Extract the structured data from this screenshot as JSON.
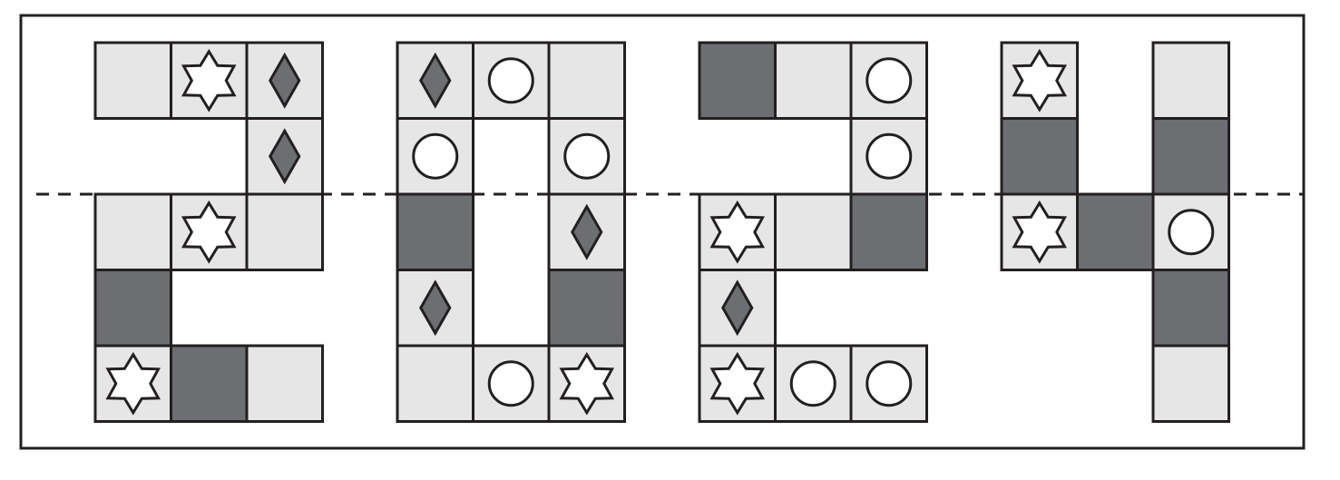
{
  "colors": {
    "background": "#ffffff",
    "frame": "#231f20",
    "cell_light": "#e6e6e7",
    "cell_dark": "#6d6e71",
    "cell_border": "#231f20",
    "symbol_fill": "#ffffff",
    "diamond_fill": "#6d6e71",
    "dashed_line": "#231f20"
  },
  "symbol_legend": {
    "S": "star",
    "C": "circle",
    "D": "diamond",
    "_": "empty"
  },
  "digits": [
    {
      "name": "digit-2",
      "rows": [
        [
          {
            "shade": "light",
            "symbol": "_"
          },
          {
            "shade": "light",
            "symbol": "S"
          },
          {
            "shade": "light",
            "symbol": "D"
          }
        ],
        [
          null,
          null,
          {
            "shade": "light",
            "symbol": "D"
          }
        ],
        [
          {
            "shade": "light",
            "symbol": "_"
          },
          {
            "shade": "light",
            "symbol": "S"
          },
          {
            "shade": "light",
            "symbol": "_"
          }
        ],
        [
          {
            "shade": "dark",
            "symbol": "_"
          },
          null,
          null
        ],
        [
          {
            "shade": "light",
            "symbol": "S"
          },
          {
            "shade": "dark",
            "symbol": "_"
          },
          {
            "shade": "light",
            "symbol": "_"
          }
        ]
      ]
    },
    {
      "name": "digit-0",
      "rows": [
        [
          {
            "shade": "light",
            "symbol": "D"
          },
          {
            "shade": "light",
            "symbol": "C"
          },
          {
            "shade": "light",
            "symbol": "_"
          }
        ],
        [
          {
            "shade": "light",
            "symbol": "C"
          },
          null,
          {
            "shade": "light",
            "symbol": "C"
          }
        ],
        [
          {
            "shade": "dark",
            "symbol": "_"
          },
          null,
          {
            "shade": "light",
            "symbol": "D"
          }
        ],
        [
          {
            "shade": "light",
            "symbol": "D"
          },
          null,
          {
            "shade": "dark",
            "symbol": "_"
          }
        ],
        [
          {
            "shade": "light",
            "symbol": "_"
          },
          {
            "shade": "light",
            "symbol": "C"
          },
          {
            "shade": "light",
            "symbol": "S"
          }
        ]
      ]
    },
    {
      "name": "digit-2b",
      "rows": [
        [
          {
            "shade": "dark",
            "symbol": "_"
          },
          {
            "shade": "light",
            "symbol": "_"
          },
          {
            "shade": "light",
            "symbol": "C"
          }
        ],
        [
          null,
          null,
          {
            "shade": "light",
            "symbol": "C"
          }
        ],
        [
          {
            "shade": "light",
            "symbol": "S"
          },
          {
            "shade": "light",
            "symbol": "_"
          },
          {
            "shade": "dark",
            "symbol": "_"
          }
        ],
        [
          {
            "shade": "light",
            "symbol": "D"
          },
          null,
          null
        ],
        [
          {
            "shade": "light",
            "symbol": "S"
          },
          {
            "shade": "light",
            "symbol": "C"
          },
          {
            "shade": "light",
            "symbol": "C"
          }
        ]
      ]
    },
    {
      "name": "digit-4",
      "rows": [
        [
          {
            "shade": "light",
            "symbol": "S"
          },
          null,
          {
            "shade": "light",
            "symbol": "_"
          }
        ],
        [
          {
            "shade": "dark",
            "symbol": "_"
          },
          null,
          {
            "shade": "dark",
            "symbol": "_"
          }
        ],
        [
          {
            "shade": "light",
            "symbol": "S"
          },
          {
            "shade": "dark",
            "symbol": "_"
          },
          {
            "shade": "light",
            "symbol": "C"
          }
        ],
        [
          null,
          null,
          {
            "shade": "dark",
            "symbol": "_"
          }
        ],
        [
          null,
          null,
          {
            "shade": "light",
            "symbol": "_"
          }
        ]
      ]
    }
  ]
}
